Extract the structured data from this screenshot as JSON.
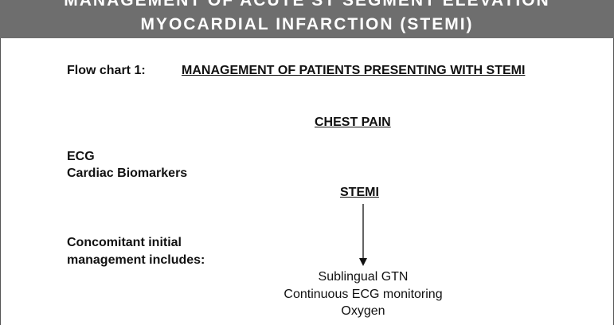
{
  "header": {
    "title_line1": "MANAGEMENT OF ACUTE ST SEGMENT ELEVATION",
    "title_line2": "MYOCARDIAL INFARCTION (STEMI)"
  },
  "flowchart": {
    "label": "Flow chart 1:",
    "title": "MANAGEMENT OF PATIENTS PRESENTING WITH STEMI",
    "chest_pain": "CHEST PAIN",
    "investigations": [
      "ECG",
      "Cardiac Biomarkers"
    ],
    "stemi": "STEMI",
    "concomitant_label": [
      "Concomitant initial",
      "management includes:"
    ],
    "initial_management": [
      "Sublingual GTN",
      "Continuous ECG monitoring",
      "Oxygen"
    ]
  },
  "icons": {
    "flow_arrow": "arrow-down-icon"
  }
}
